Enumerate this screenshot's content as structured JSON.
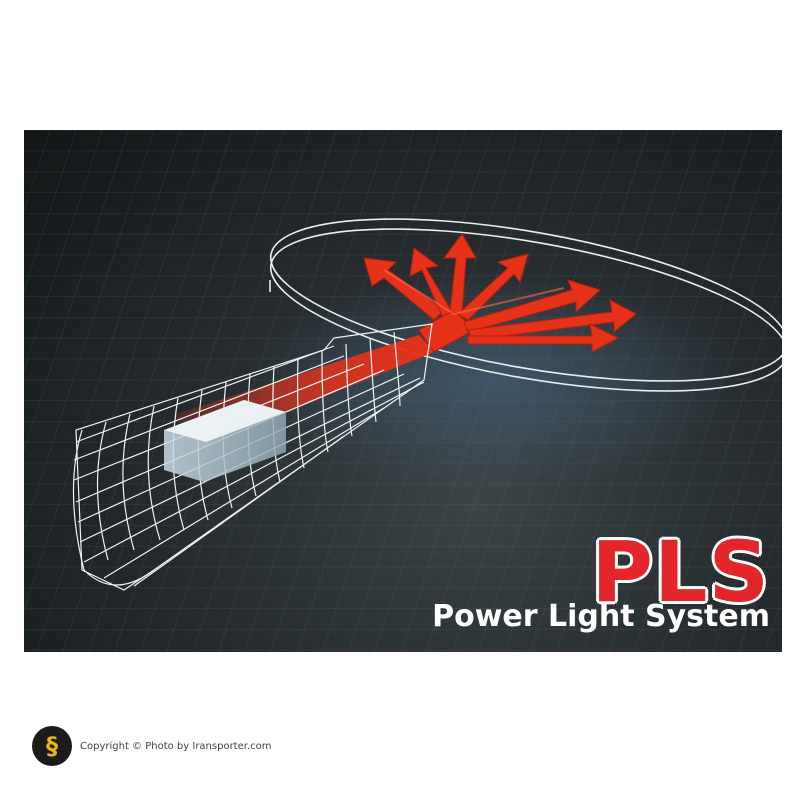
{
  "banner": {
    "title": "PLS",
    "subtitle": "Power Light System",
    "colors": {
      "title": "#e3262a",
      "arrow": "#e53219",
      "background": "#262c2f"
    }
  },
  "footer": {
    "logo_icon": "iransporter-logo-icon",
    "copyright": "Copyright © Photo by Iransporter.com"
  }
}
